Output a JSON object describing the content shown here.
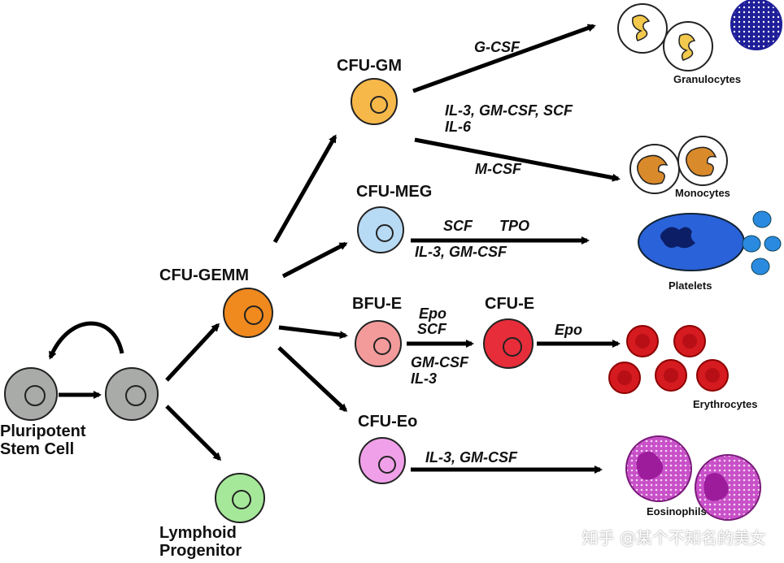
{
  "cells": {
    "stem_label": "Pluripotent\nStem Cell",
    "cfu_gemm": "CFU-GEMM",
    "lymphoid": "Lymphoid\nProgenitor",
    "cfu_gm": "CFU-GM",
    "cfu_meg": "CFU-MEG",
    "bfu_e": "BFU-E",
    "cfu_e": "CFU-E",
    "cfu_eo": "CFU-Eo"
  },
  "cytokines": {
    "g_csf": "G-CSF",
    "gm_line1": "IL-3, GM-CSF, SCF",
    "gm_line2": "IL-6",
    "m_csf": "M-CSF",
    "scf": "SCF",
    "tpo": "TPO",
    "meg_il3": "IL-3, GM-CSF",
    "epo1": "Epo",
    "scf2": "SCF",
    "gmcsf2": "GM-CSF",
    "il3_2": "IL-3",
    "epo2": "Epo",
    "eo_il3": "IL-3, GM-CSF"
  },
  "products": {
    "granulocytes": "Granulocytes",
    "monocytes": "Monocytes",
    "platelets": "Platelets",
    "erythrocytes": "Erythrocytes",
    "eosinophils": "Eosinophils"
  },
  "watermark": "知乎 @某个不知名的美女"
}
